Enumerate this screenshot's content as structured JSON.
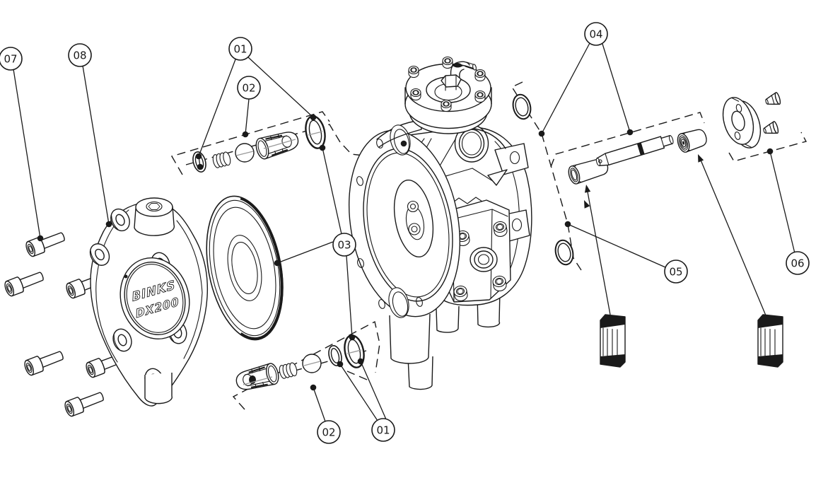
{
  "diagram": {
    "background": "#ffffff",
    "line_color": "#1a1a1a",
    "badge": {
      "line1": "BINKS",
      "line2": "DX200"
    },
    "callouts": {
      "c07": "07",
      "c08": "08",
      "c01_upper": "01",
      "c02_upper": "02",
      "c03": "03",
      "c04": "04",
      "c05": "05",
      "c06": "06",
      "c02_lower": "02",
      "c01_lower": "01"
    }
  }
}
